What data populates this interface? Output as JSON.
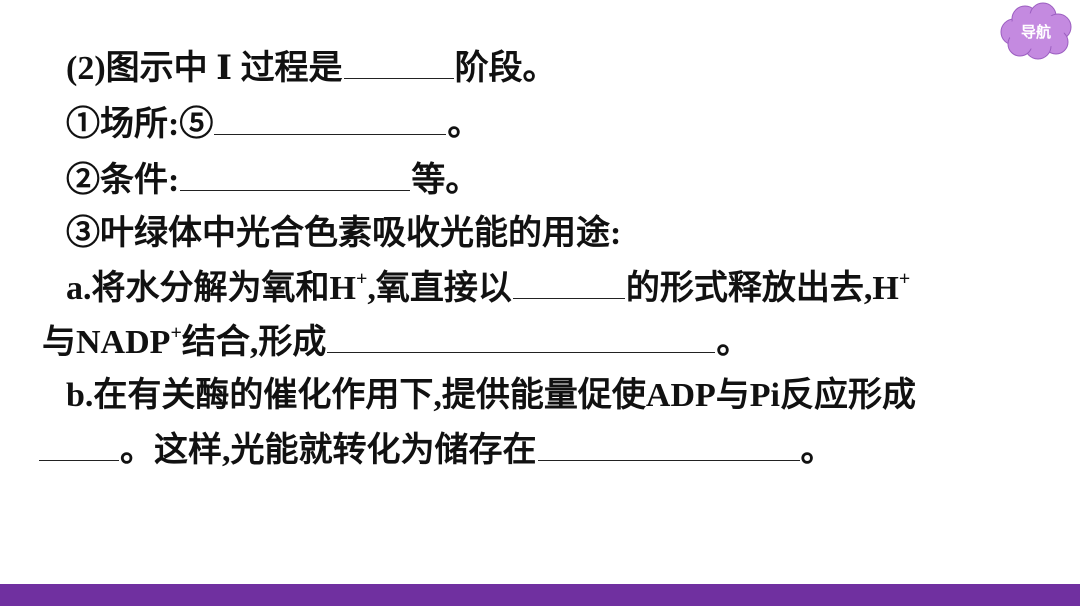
{
  "nav": {
    "label": "导航",
    "color": "#c48ae0"
  },
  "content": {
    "l1a": "(2)图示中 ",
    "l1b": "Ⅰ",
    "l1c": " 过程是",
    "l1d": "阶段。",
    "l2a": "①场所:⑤",
    "l2b": "。",
    "l3a": "②条件:",
    "l3b": "等。",
    "l4": "③叶绿体中光合色素吸收光能的用途:",
    "l5a": "a.将水分解为氧和H",
    "l5sup": "+",
    "l5b": ",氧直接以",
    "l5c": "的形式释放出去,H",
    "l5sup2": "+",
    "l6a": "与NADP",
    "l6sup": "+",
    "l6b": "结合,形成",
    "l6c": "。",
    "l7": "b.在有关酶的催化作用下,提供能量促使ADP与Pi反应形成",
    "l8a": "。这样,光能就转化为储存在",
    "l8b": "。"
  },
  "footer": {
    "color": "#7030a0"
  }
}
